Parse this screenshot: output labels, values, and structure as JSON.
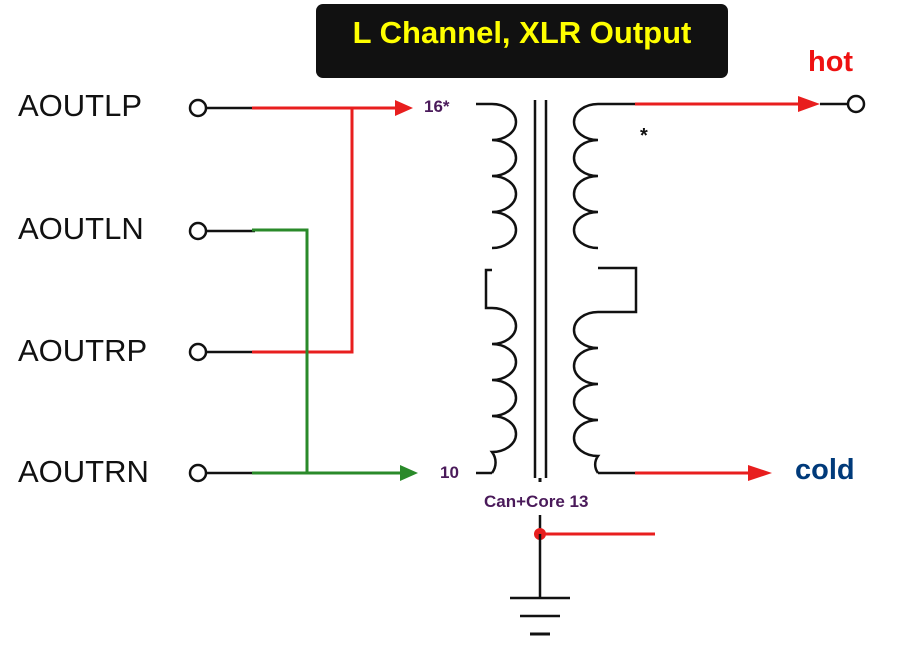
{
  "title": "L Channel,  XLR Output",
  "inputs": [
    {
      "label": "AOUTLP"
    },
    {
      "label": "AOUTLN"
    },
    {
      "label": "AOUTRP"
    },
    {
      "label": "AOUTRN"
    }
  ],
  "transformer": {
    "primary_top_tap": "16*",
    "primary_bottom_tap": "10",
    "core_label": "Can+Core 13",
    "secondary_dot": "*"
  },
  "outputs": {
    "hot": "hot",
    "cold": "cold"
  },
  "colors": {
    "positive_wire": "#e81e1e",
    "negative_wire": "#2a8a2a",
    "hot_label": "#ee1111",
    "cold_label": "#003a7a",
    "title_background": "#111111",
    "title_text": "#ffff00"
  }
}
